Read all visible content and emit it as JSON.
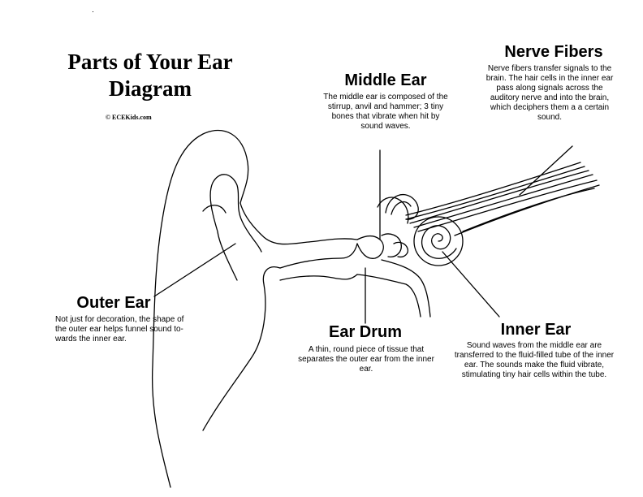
{
  "title": {
    "line1": "Parts of Your Ear",
    "line2": "Diagram",
    "copyright": "© ECEKids.com"
  },
  "labels": {
    "nerve_fibers": {
      "name": "Nerve Fibers",
      "text": "Nerve fibers transfer signals to the brain. The hair cells in the inner ear pass along signals across the auditory nerve and into the brain, which deciphers them a a certain sound."
    },
    "middle_ear": {
      "name": "Middle Ear",
      "text": "The middle ear is composed of the stirrup, anvil and hammer; 3 tiny bones that vibrate when hit by sound waves."
    },
    "outer_ear": {
      "name": "Outer Ear",
      "text": "Not just for decoration, the shape of the outer ear helps funnel sound to-wards the inner ear."
    },
    "ear_drum": {
      "name": "Ear Drum",
      "text": "A thin, round piece of tissue that separates the outer ear from the inner ear."
    },
    "inner_ear": {
      "name": "Inner Ear",
      "text": "Sound waves from the middle ear are transferred to the fluid-filled tube of the inner ear. The sounds make the fluid vibrate, stimulating tiny hair cells within the tube."
    }
  }
}
